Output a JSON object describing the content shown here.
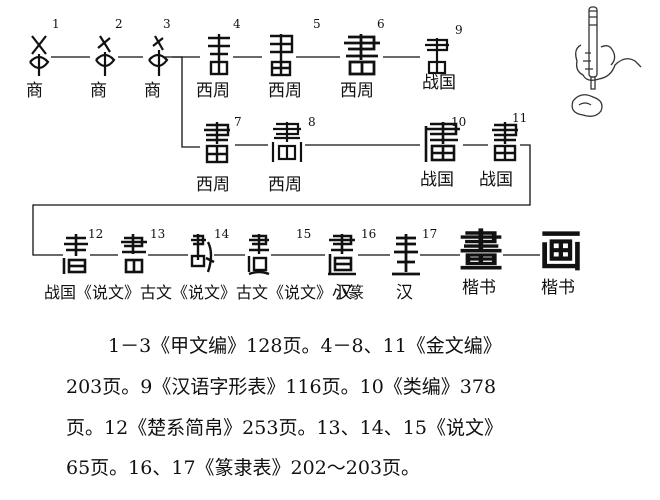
{
  "stage1": {
    "nums": [
      "1",
      "2",
      "3",
      "4",
      "5",
      "6",
      "9"
    ],
    "labels": [
      "商",
      "商",
      "商",
      "西周",
      "西周",
      "西周",
      "战国"
    ]
  },
  "stage2": {
    "nums": [
      "7",
      "8",
      "10",
      "11"
    ],
    "labels": [
      "西周",
      "西周",
      "战国",
      "战国"
    ]
  },
  "stage3": {
    "nums": [
      "12",
      "13",
      "14",
      "15",
      "16",
      "17"
    ],
    "label_left": "战国《说文》古文《说文》古文《说文》小篆",
    "labels": [
      "汉",
      "汉",
      "楷书",
      "楷书"
    ]
  },
  "glyphs": {
    "kaishu_trad": "畫",
    "kaishu_simp": "画",
    "han_clerical": "畫"
  },
  "notes": [
    "1－3《甲文编》128页。4－8、11《金文编》",
    "203页。9《汉语字形表》116页。10《类编》378",
    "页。12《楚系简帛》253页。13、14、15《说文》",
    "65页。16、17《篆隶表》202～203页。"
  ],
  "illustration": {
    "icon": "hand-holding-brush-icon"
  }
}
